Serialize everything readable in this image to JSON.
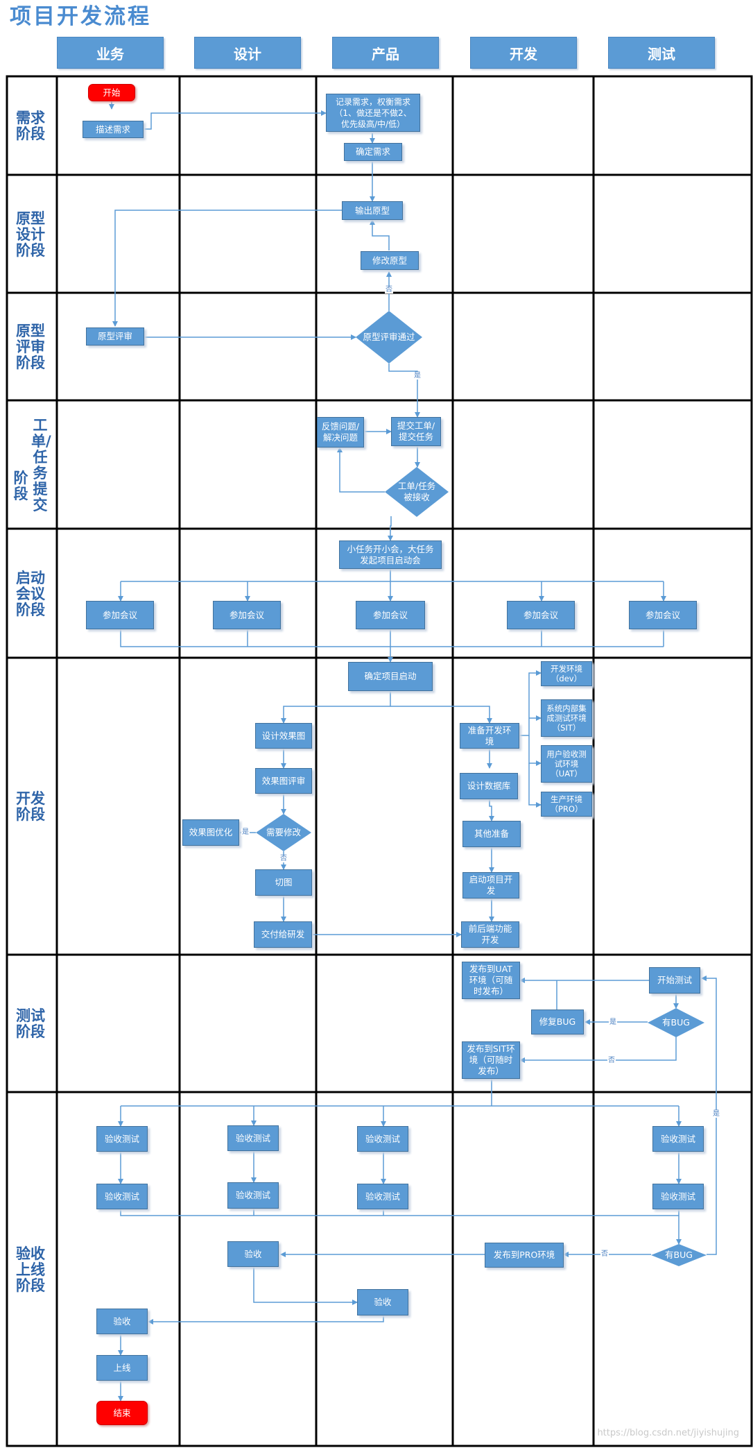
{
  "title": "项目开发流程",
  "columns": [
    "业务",
    "设计",
    "产品",
    "开发",
    "测试"
  ],
  "stages": {
    "requirement": "需求阶段",
    "prototype_design": "原型设计阶段",
    "prototype_review": "原型评审阶段",
    "ticket_submit_line1": "工单/任务提交",
    "ticket_submit_line2": "阶段",
    "kickoff": "启动会议阶段",
    "development": "开发阶段",
    "testing": "测试阶段",
    "acceptance": "验收上线阶段"
  },
  "nodes": {
    "start": "开始",
    "describe_req": "描述需求",
    "record_req": "记录需求，权衡需求\n（1、做还是不做2、\n优先级高/中/低）",
    "confirm_req": "确定需求",
    "output_proto": "输出原型",
    "modify_proto": "修改原型",
    "proto_review": "原型评审",
    "proto_pass": "原型评审通过",
    "feedback": "反馈问题/\n解决问题",
    "submit_ticket": "提交工单/\n提交任务",
    "ticket_accepted": "工单/任务\n被接收",
    "kickoff_meeting": "小任务开小会，大任务\n发起项目启动会",
    "join_meeting": "参加会议",
    "confirm_start": "确定项目启动",
    "env_dev": "开发环境\n（dev）",
    "env_sit": "系统内部集\n成测试环境\n（SIT）",
    "env_uat": "用户验收测\n试环境\n（UAT）",
    "env_pro": "生产环境\n（PRO）",
    "prepare_env": "准备开发环\n境",
    "design_db": "设计数据库",
    "other_prep": "其他准备",
    "start_dev": "启动项目开\n发",
    "fe_be_dev": "前后端功能\n开发",
    "design_effect": "设计效果图",
    "effect_review": "效果图评审",
    "need_modify": "需要修改",
    "effect_optimize": "效果图优化",
    "slicing": "切图",
    "deliver_dev": "交付给研发",
    "publish_uat": "发布到UAT\n环境（可随\n时发布）",
    "start_test": "开始测试",
    "fix_bug": "修复BUG",
    "has_bug": "有BUG",
    "publish_sit": "发布到SIT环\n境（可随时\n发布）",
    "acceptance_test": "验收测试",
    "publish_pro": "发布到PRO环境",
    "accept": "验收",
    "go_live": "上线",
    "end": "结束"
  },
  "labels": {
    "yes": "是",
    "no": "否"
  },
  "watermark": "https://blog.csdn.net/jiyishujing",
  "colors": {
    "node": "#5b9bd5",
    "terminal": "#ff0000",
    "title": "#4a8bd0",
    "stage": "#2e64a8",
    "connector": "#5b9bd5",
    "grid": "#000000"
  }
}
